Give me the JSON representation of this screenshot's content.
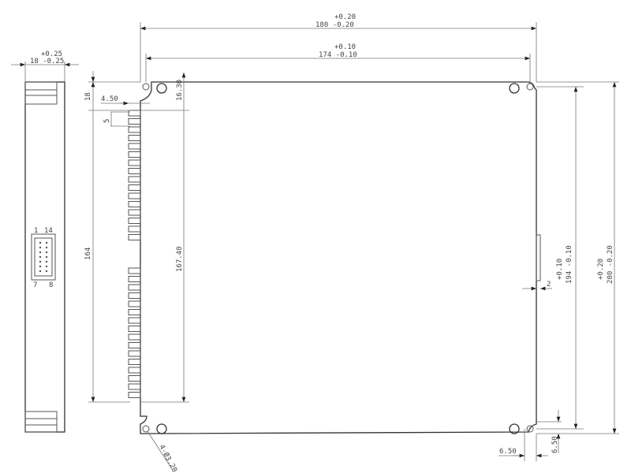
{
  "side_view": {
    "width_tol_plus": "+0.25",
    "width_dim": "18 -0.25",
    "connector_pin_top_left": "1",
    "connector_pin_top_right": "14",
    "connector_pin_bottom_left": "7",
    "connector_pin_bottom_right": "8"
  },
  "top_view": {
    "overall_width_tol_plus": "+0.20",
    "overall_width": "180 -0.20",
    "hole_span_width_tol_plus": "+0.10",
    "hole_span_width": "174 -0.10",
    "pin_offset_top": "18",
    "pin_inset": "4.50",
    "pin_pitch": "5",
    "pin_to_edge": "16.30",
    "pin_row_length": "164",
    "pin_column_length": "167.40",
    "side_tab": "2",
    "hole_span_height_tol_plus": "+0.10",
    "hole_span_height": "194 -0.10",
    "overall_height_tol_plus": "+0.20",
    "overall_height": "200 -0.20",
    "hole_callout": "4-Ø3.20",
    "hole_offset_x": "6.50",
    "hole_offset_y": "6.50"
  }
}
